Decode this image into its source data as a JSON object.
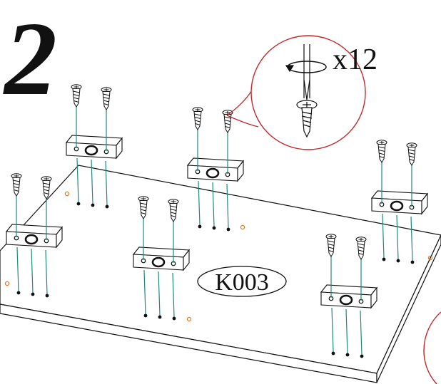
{
  "step": {
    "number": "2"
  },
  "callout": {
    "quantity": "x12",
    "icon": "screwdriver-turn-screw-icon"
  },
  "panel": {
    "part_code": "K003"
  },
  "colors": {
    "line": "#111111",
    "callout_circle": "#c0282d",
    "pilot_hole": "#e07a1f",
    "guide_line": "#1f8a7a",
    "paper": "#ffffff"
  },
  "counts": {
    "blocks": 6,
    "screws_per_block": 2
  }
}
